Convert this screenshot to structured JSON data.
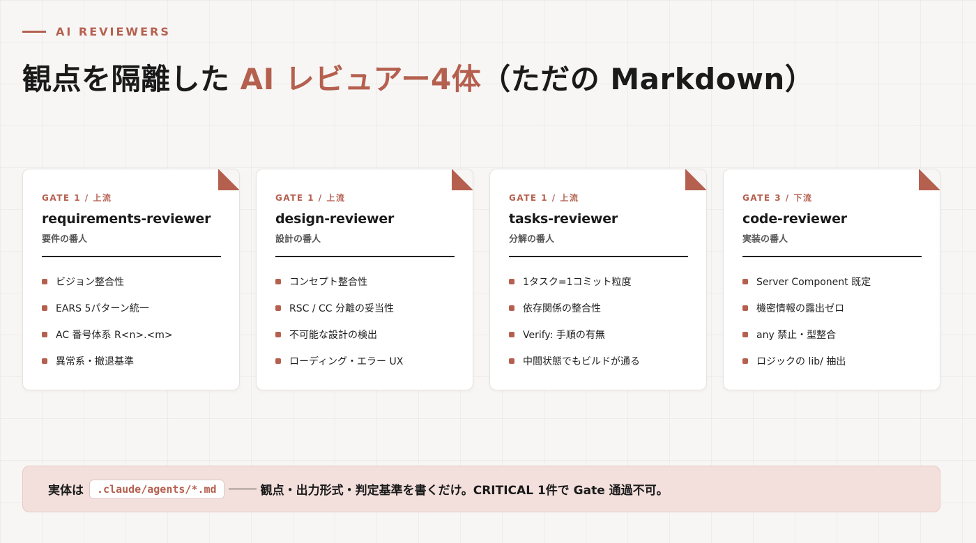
{
  "header": {
    "eyebrow": "AI REVIEWERS",
    "title_main": "観点を隔離した ",
    "title_accent": "AI レビュアー4体",
    "title_tail": "（ただの Markdown）"
  },
  "colors": {
    "accent": "#b5604f",
    "footer_bg": "#f3e0dc"
  },
  "cards": [
    {
      "gate": "GATE 1 / 上流",
      "name": "requirements-reviewer",
      "subtitle": "要件の番人",
      "points": [
        "ビジョン整合性",
        "EARS 5パターン統一",
        "AC 番号体系 R<n>.<m>",
        "異常系・撤退基準"
      ]
    },
    {
      "gate": "GATE 1 / 上流",
      "name": "design-reviewer",
      "subtitle": "設計の番人",
      "points": [
        "コンセプト整合性",
        "RSC / CC 分離の妥当性",
        "不可能な設計の検出",
        "ローディング・エラー UX"
      ]
    },
    {
      "gate": "GATE 1 / 上流",
      "name": "tasks-reviewer",
      "subtitle": "分解の番人",
      "points": [
        "1タスク=1コミット粒度",
        "依存関係の整合性",
        "Verify: 手順の有無",
        "中間状態でもビルドが通る"
      ]
    },
    {
      "gate": "GATE 3 / 下流",
      "name": "code-reviewer",
      "subtitle": "実装の番人",
      "points": [
        "Server Component 既定",
        "機密情報の露出ゼロ",
        "any 禁止・型整合",
        "ロジックの lib/ 抽出"
      ]
    }
  ],
  "footer": {
    "prefix": "実体は",
    "path": ".claude/agents/*.md",
    "text": "観点・出力形式・判定基準を書くだけ。CRITICAL 1件で Gate 通過不可。"
  }
}
